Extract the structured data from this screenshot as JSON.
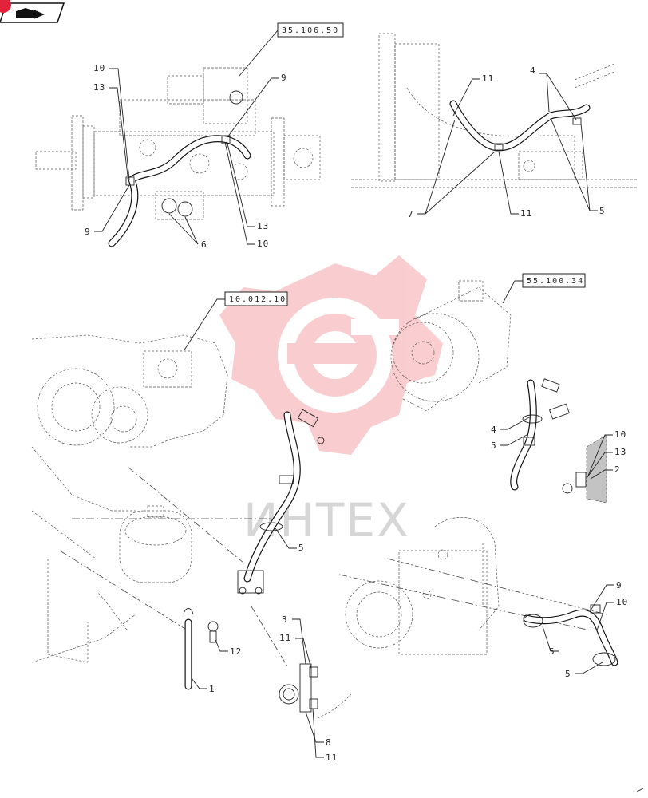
{
  "nav": {
    "badge_color": "#e2233b",
    "icon": "page-back-icon"
  },
  "watermark": {
    "text": "ИНТЕХ",
    "color": "#e8202a"
  },
  "refs": {
    "pump": "35.106.50",
    "engine": "10.012.10",
    "alternator": "55.100.34"
  },
  "callouts": {
    "pump_10": "10",
    "pump_13": "13",
    "pump_9_top": "9",
    "pump_9_left": "9",
    "pump_6": "6",
    "pump_13_right": "13",
    "pump_10_right": "10",
    "frame_11_top": "11",
    "frame_4": "4",
    "frame_7": "7",
    "frame_11_bottom": "11",
    "frame_5": "5",
    "engine_5": "5",
    "engine_1": "1",
    "engine_12": "12",
    "clamp_3": "3",
    "clamp_11_top": "11",
    "clamp_8": "8",
    "clamp_11_bottom": "11",
    "alt_4": "4",
    "alt_5": "5",
    "alt_10": "10",
    "alt_13": "13",
    "alt_2": "2",
    "comp_9": "9",
    "comp_10": "10",
    "comp_5_a": "5",
    "comp_5_b": "5"
  }
}
